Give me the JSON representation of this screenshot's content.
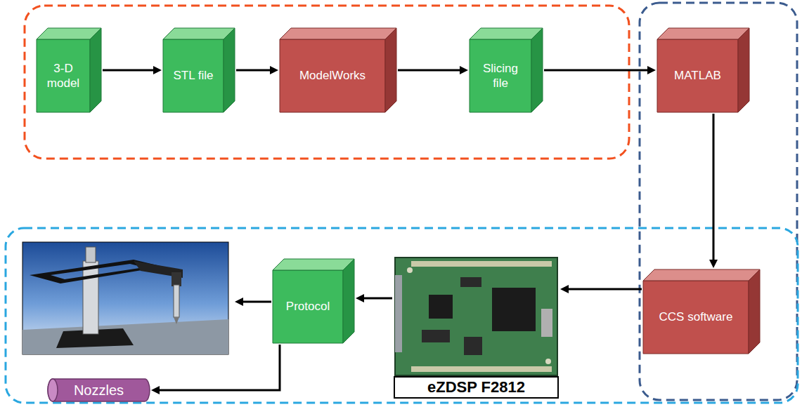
{
  "diagram": {
    "nodes": [
      {
        "text": [
          "3-D model"
        ]
      },
      {
        "text": [
          "STL file"
        ]
      },
      {
        "text": [
          "ModelWorks"
        ]
      },
      {
        "text": [
          "Slicing file"
        ]
      },
      {
        "text": [
          "MATLAB"
        ]
      },
      {
        "text": [
          "CCS software"
        ]
      },
      {
        "text": [
          "eZDSP F2812"
        ]
      },
      {
        "text": [
          "Protocol"
        ]
      },
      {
        "text": [
          "Nozzles"
        ]
      }
    ],
    "edges": [
      {
        "from": 0,
        "to": 1,
        "arrow": "to"
      },
      {
        "from": 1,
        "to": 2,
        "arrow": "to"
      },
      {
        "from": 2,
        "to": 3,
        "arrow": "to"
      },
      {
        "from": 3,
        "to": 4,
        "arrow": "to"
      },
      {
        "from": 4,
        "to": 5,
        "arrow": "to"
      },
      {
        "from": 5,
        "to": 6,
        "arrow": "to"
      },
      {
        "from": 6,
        "to": 7,
        "arrow": "to"
      },
      {
        "from": 7,
        "to": 8,
        "arrow": "to"
      }
    ]
  }
}
